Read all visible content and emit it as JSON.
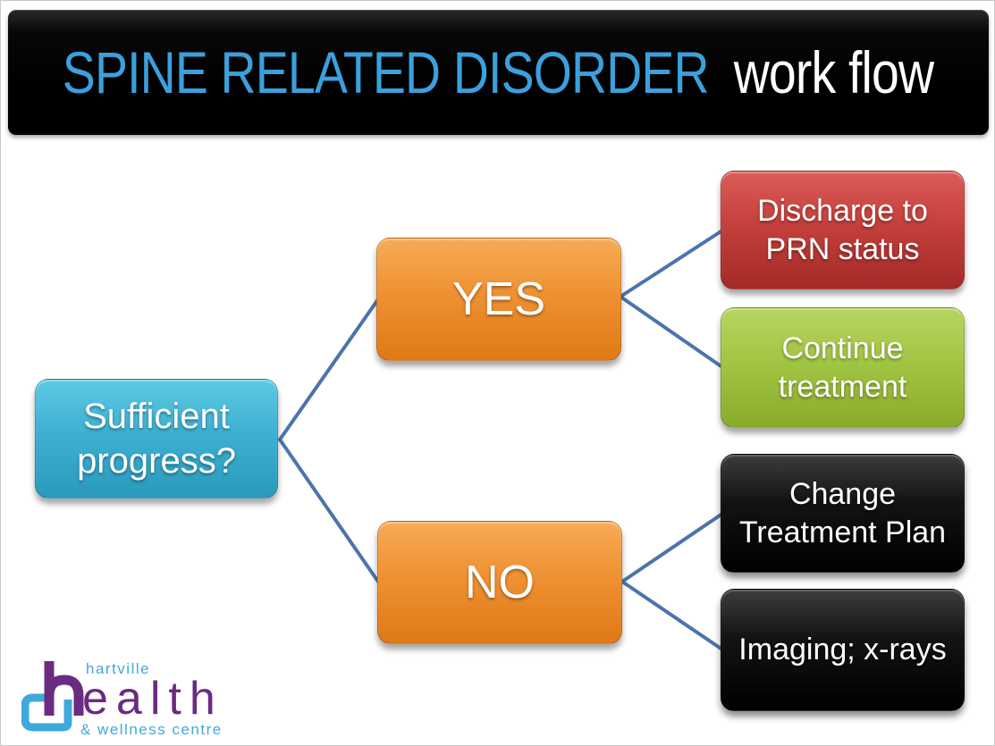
{
  "slide": {
    "title": {
      "highlight": "SPINE RELATED DISORDER",
      "suffix": "work flow"
    },
    "flowchart": {
      "root": {
        "label": "Sufficient progress?"
      },
      "decisions": [
        {
          "id": "yes",
          "label": "YES"
        },
        {
          "id": "no",
          "label": "NO"
        }
      ],
      "outcomes": [
        {
          "id": "discharge",
          "label": "Discharge to PRN status",
          "color": "#C4403C"
        },
        {
          "id": "continue",
          "label": "Continue treatment",
          "color": "#A2C544"
        },
        {
          "id": "change",
          "label": "Change Treatment Plan",
          "color": "#000000"
        },
        {
          "id": "imaging",
          "label": "Imaging; x-rays",
          "color": "#000000"
        }
      ],
      "connector_color": "#4C74AC"
    },
    "logo": {
      "line_top": "hartville",
      "word": "health",
      "word_rest": "ealth",
      "line_bottom": "& wellness centre",
      "purple": "#6B2B80",
      "blue": "#3FA9DC"
    },
    "colors": {
      "title_highlight": "#3BA0DC",
      "title_suffix": "#FFFFFF",
      "banner_bg": "#000000",
      "root_box": "#3AAECB",
      "decision_box": "#EF9133"
    }
  }
}
